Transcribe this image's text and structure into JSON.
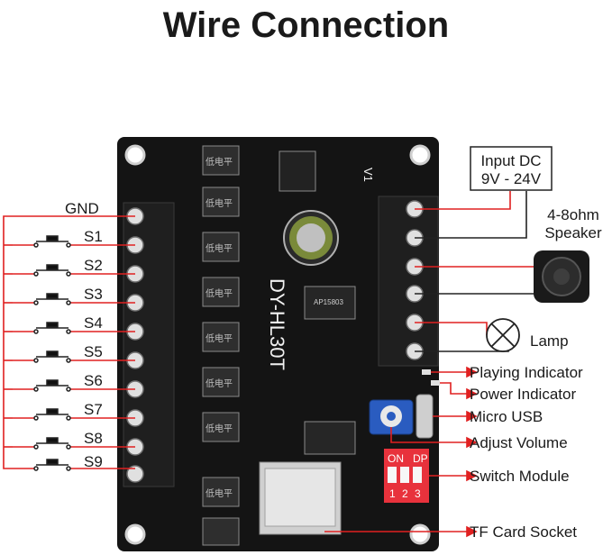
{
  "title": "Wire Connection",
  "board": {
    "model": "DY-HL30T",
    "version": "V1",
    "chip": "AP15803",
    "lowlevel_marking": "低电平"
  },
  "left_terminals": {
    "gnd": "GND",
    "switches": [
      "S1",
      "S2",
      "S3",
      "S4",
      "S5",
      "S6",
      "S7",
      "S8",
      "S9"
    ]
  },
  "power": {
    "line1": "Input DC",
    "line2": "9V - 24V"
  },
  "speaker": {
    "line1": "4-8ohm",
    "line2": "Speaker"
  },
  "lamp": "Lamp",
  "right_labels": {
    "playing_indicator": "Playing Indicator",
    "power_indicator": "Power Indicator",
    "micro_usb": "Micro USB",
    "adjust_volume": "Adjust Volume",
    "switch_module": "Switch Module",
    "tf_card_socket": "TF Card Socket"
  },
  "dip": {
    "on": "ON",
    "dp": "DP",
    "numbers": [
      "1",
      "2",
      "3"
    ]
  },
  "colors": {
    "wire": "#e02020",
    "pcb": "#141414",
    "terminal": "#1c1c1c",
    "dip": "#e8323c",
    "pot": "#2a5cc0"
  }
}
